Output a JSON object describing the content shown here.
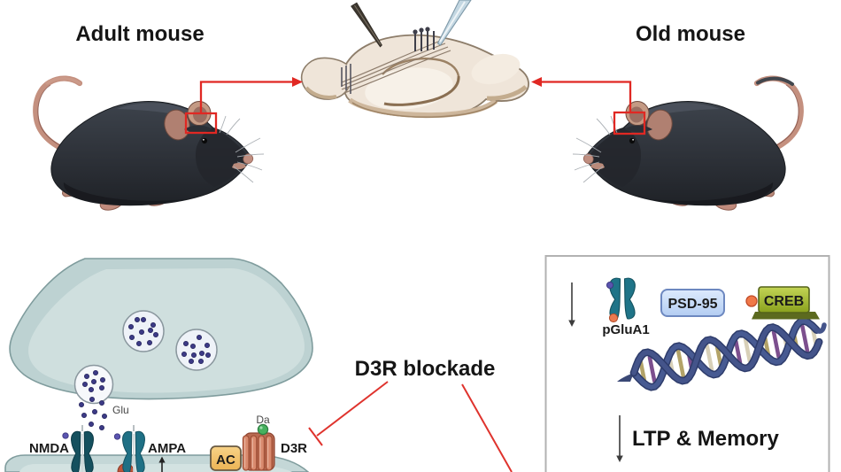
{
  "figure": {
    "background": "#ffffff",
    "top_panel": {
      "adult_mouse_label": "Adult mouse",
      "old_mouse_label": "Old mouse"
    },
    "synapse_panel": {
      "glu_label": "Glu",
      "nmda_label": "NMDA",
      "ampa_label": "AMPA",
      "ac_label": "AC",
      "da_label": "Da",
      "d3r_label": "D3R"
    },
    "annotation": {
      "blockade_label": "D3R blockade"
    },
    "pathway_box": {
      "pglua1_label": "pGluA1",
      "psd95_label": "PSD-95",
      "creb_label": "CREB",
      "ltp_memory_label": "LTP & Memory"
    },
    "colors": {
      "annotation_red": "#e02823",
      "terminal_teal": "#c4d7d7",
      "nmda_dark_teal": "#15505e",
      "ampa_teal": "#1f7085",
      "d3r_salmon": "#d08a6e",
      "ac_orange": "#f3c46d",
      "dopamine_green": "#46b15e",
      "psd95_blue": "#c9dcf8",
      "creb_olive": "#a9bf34",
      "dna_indigo": "#44548a",
      "brain_cream": "#efe5d9",
      "box_border_gray": "#b2b2b2"
    }
  }
}
